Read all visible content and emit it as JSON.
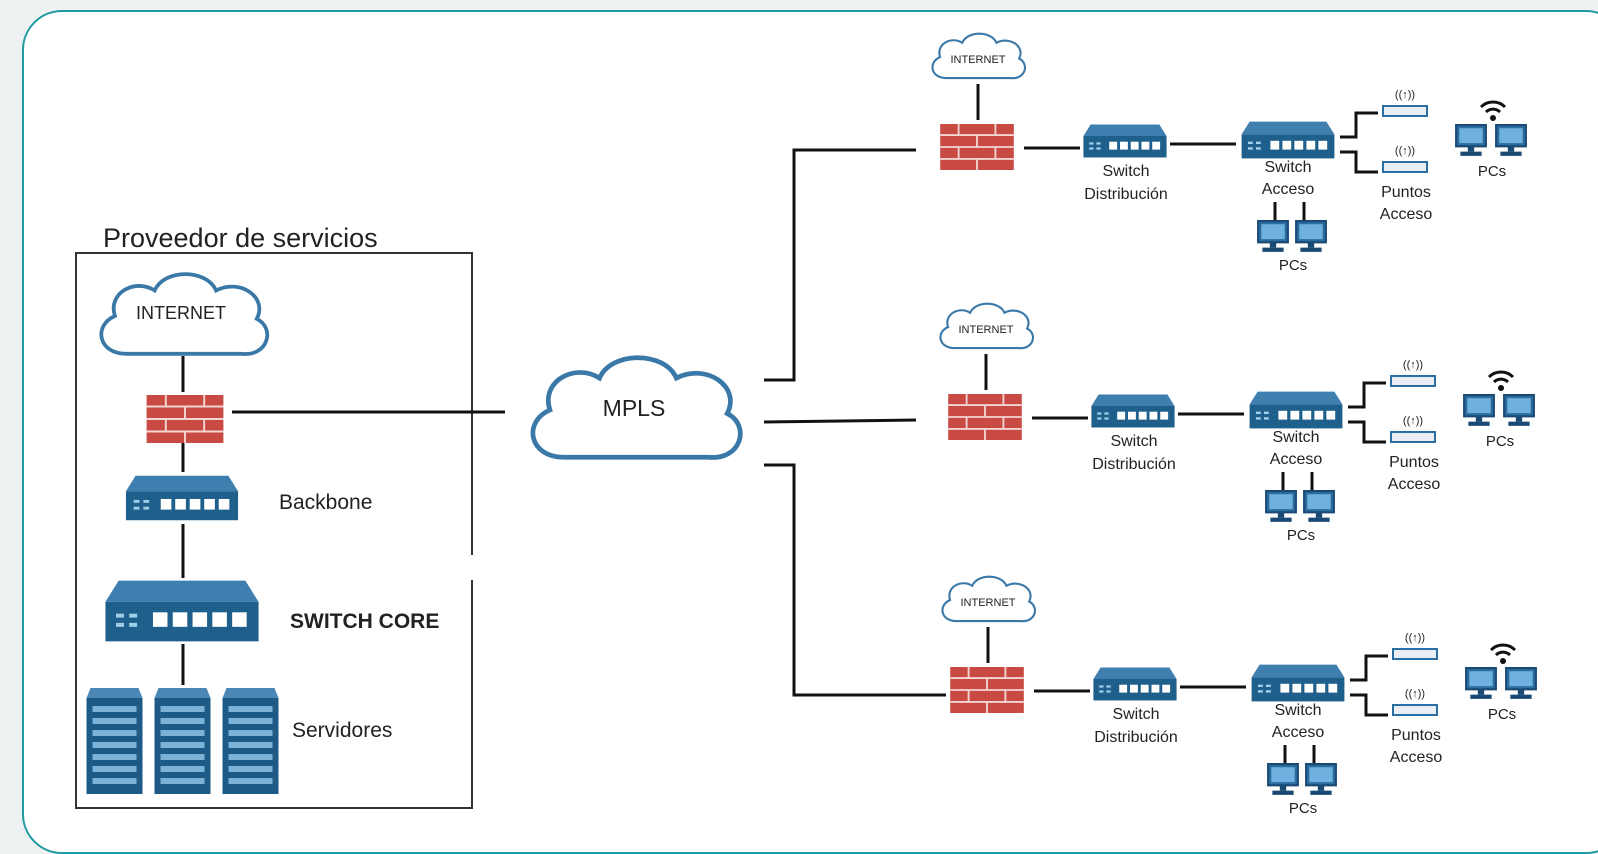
{
  "provider": {
    "title": "Proveedor de servicios",
    "internet": "INTERNET",
    "backbone": "Backbone",
    "switch_core": "SWITCH CORE",
    "servers": "Servidores"
  },
  "mpls": "MPLS",
  "branches": [
    {
      "internet": "INTERNET",
      "dist_1": "Switch",
      "dist_2": "Distribución",
      "acc_1": "Switch",
      "acc_2": "Acceso",
      "pcs_below": "PCs",
      "ap_1": "Puntos",
      "ap_2": "Acceso",
      "pcs_wifi": "PCs"
    },
    {
      "internet": "INTERNET",
      "dist_1": "Switch",
      "dist_2": "Distribución",
      "acc_1": "Switch",
      "acc_2": "Acceso",
      "pcs_below": "PCs",
      "ap_1": "Puntos",
      "ap_2": "Acceso",
      "pcs_wifi": "PCs"
    },
    {
      "internet": "INTERNET",
      "dist_1": "Switch",
      "dist_2": "Distribución",
      "acc_1": "Switch",
      "acc_2": "Acceso",
      "pcs_below": "PCs",
      "ap_1": "Puntos",
      "ap_2": "Acceso",
      "pcs_wifi": "PCs"
    }
  ],
  "colors": {
    "frame": "#1e9aa2",
    "firewall": "#c0392b",
    "switch": "#1f5f8b",
    "line": "#111111"
  }
}
